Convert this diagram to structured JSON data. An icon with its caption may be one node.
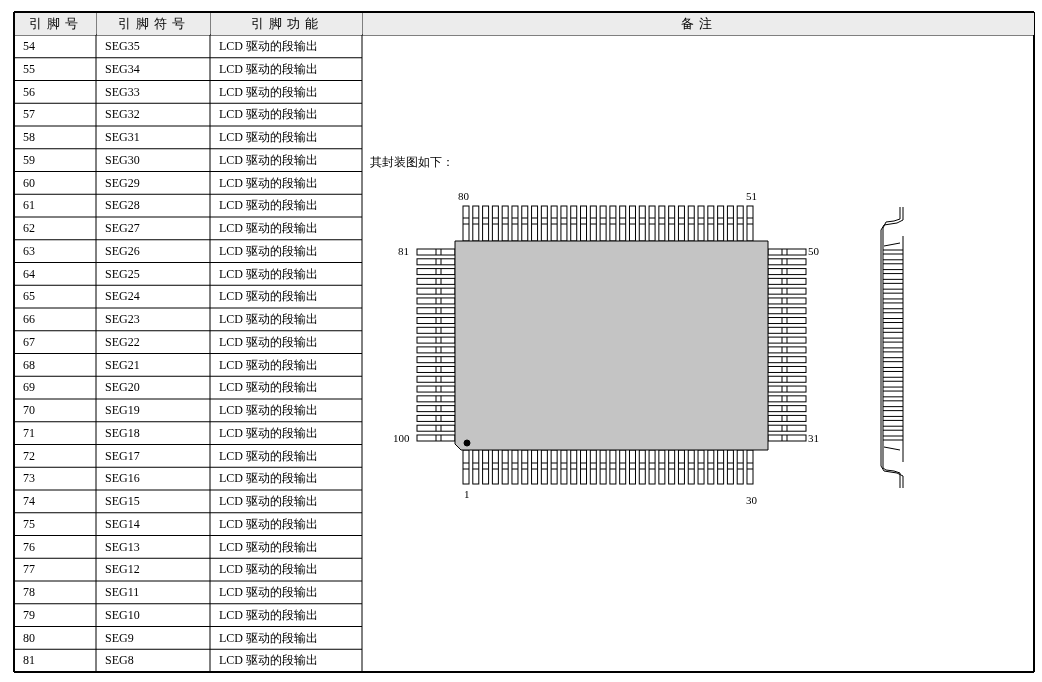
{
  "diagram": {
    "labels": [
      "引脚号",
      "引脚符号",
      "引脚功能",
      "备注",
      "54",
      "SEG35",
      "LCD 驱动的段输出",
      "55",
      "SEG34",
      "LCD 驱动的段输出",
      "56",
      "SEG33",
      "LCD 驱动的段输出",
      "57",
      "SEG32",
      "LCD 驱动的段输出",
      "58",
      "SEG31",
      "LCD 驱动的段输出",
      "59",
      "SEG30",
      "LCD 驱动的段输出",
      "60",
      "SEG29",
      "LCD 驱动的段输出",
      "61",
      "SEG28",
      "LCD 驱动的段输出",
      "62",
      "SEG27",
      "LCD 驱动的段输出",
      "63",
      "SEG26",
      "LCD 驱动的段输出",
      "64",
      "SEG25",
      "LCD 驱动的段输出",
      "65",
      "SEG24",
      "LCD 驱动的段输出",
      "66",
      "SEG23",
      "LCD 驱动的段输出",
      "67",
      "SEG22",
      "LCD 驱动的段输出",
      "68",
      "SEG21",
      "LCD 驱动的段输出",
      "69",
      "SEG20",
      "LCD 驱动的段输出",
      "70",
      "SEG19",
      "LCD 驱动的段输出",
      "71",
      "SEG18",
      "LCD 驱动的段输出",
      "72",
      "SEG17",
      "LCD 驱动的段输出",
      "73",
      "SEG16",
      "LCD 驱动的段输出",
      "74",
      "SEG15",
      "LCD 驱动的段输出",
      "75",
      "SEG14",
      "LCD 驱动的段输出",
      "76",
      "SEG13",
      "LCD 驱动的段输出",
      "77",
      "SEG12",
      "LCD 驱动的段输出",
      "78",
      "SEG11",
      "LCD 驱动的段输出",
      "79",
      "SEG10",
      "LCD 驱动的段输出",
      "80",
      "SEG9",
      "LCD 驱动的段输出",
      "81",
      "SEG8",
      "LCD 驱动的段输出",
      "其封装图如下：",
      "80",
      "51",
      "81",
      "50",
      "100",
      "31",
      "1",
      "30"
    ]
  }
}
